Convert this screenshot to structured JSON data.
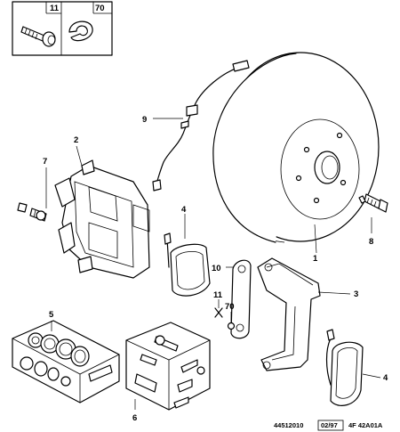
{
  "callouts": {
    "screw": "11",
    "clip": "70",
    "disc": "1",
    "caliper": "2",
    "bracket": "3",
    "pad_front": "4",
    "pad_rear": "4",
    "repair_kit_seals": "5",
    "repair_kit_pins": "6",
    "bleed_screw": "7",
    "wheel_bolt": "8",
    "wear_sensor_wire": "9",
    "shim": "10",
    "pin_screw": "11",
    "pin_clip": "70"
  },
  "footer": {
    "drawing_number": "44512010",
    "date": "02/97",
    "reference": "4F 42A01A"
  }
}
